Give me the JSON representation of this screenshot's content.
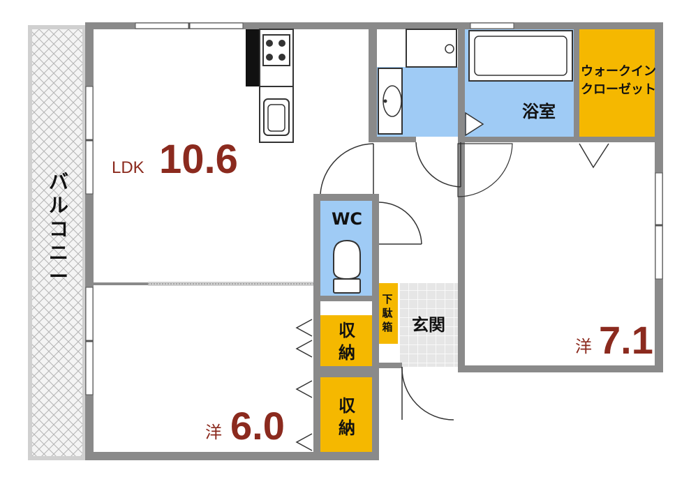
{
  "plan": {
    "balcony_label": "バルコニー",
    "ldk": {
      "prefix": "LDK",
      "size": "10.6"
    },
    "western_left": {
      "prefix": "洋",
      "size": "6.0"
    },
    "western_right": {
      "prefix": "洋",
      "size": "7.1"
    },
    "wc_label": "WC",
    "bath_label": "浴室",
    "walk_in_closet_label": [
      "ウォークイン",
      "クローゼット"
    ],
    "storage_top_label": [
      "収",
      "納"
    ],
    "storage_bottom_label": [
      "収",
      "納"
    ],
    "shoe_box_label": [
      "下",
      "駄",
      "箱"
    ],
    "entrance_label": "玄関"
  },
  "colors": {
    "wall": "#8a8a8a",
    "water_area": "#9fcbf5",
    "storage": "#f5b800",
    "room_text": "#8B2A1E",
    "entrance_tile": "#e6e6e6"
  },
  "icons": [
    "stove-icon",
    "sink-icon",
    "toilet-icon",
    "bathtub-icon",
    "washbasin-icon",
    "washing-machine-icon"
  ]
}
